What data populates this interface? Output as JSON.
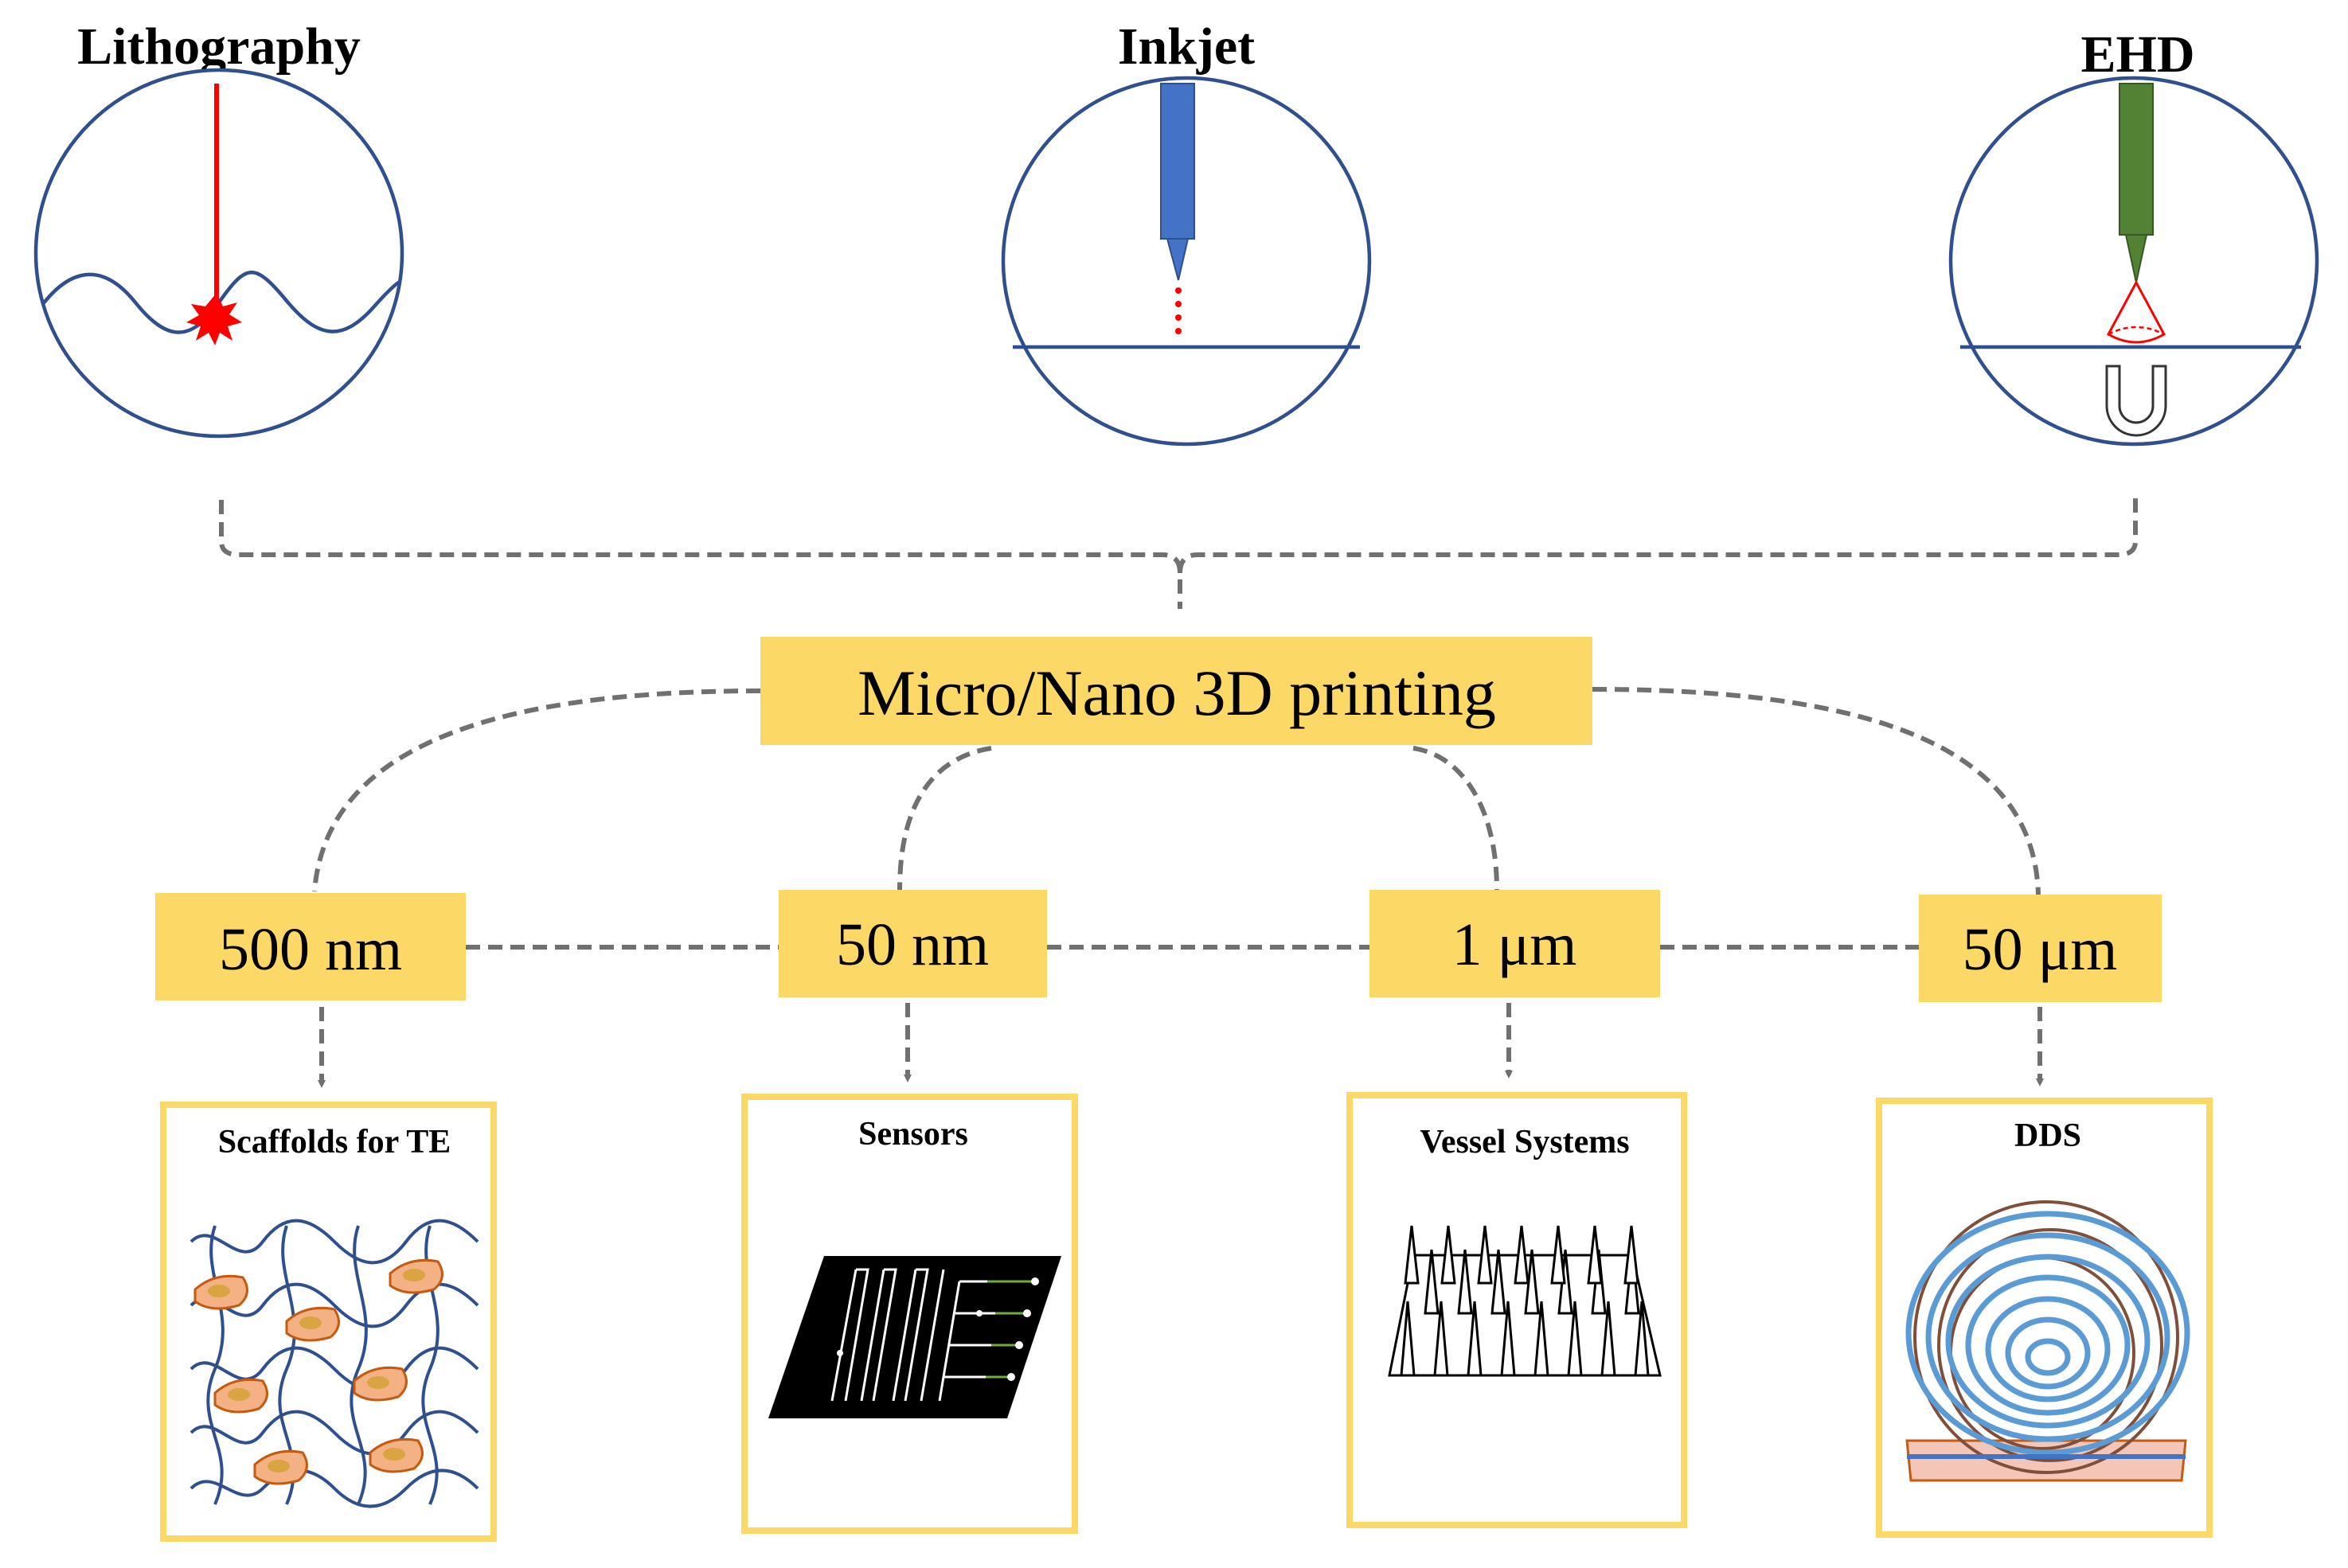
{
  "techniques": [
    {
      "id": "lithography",
      "label": "Lithography"
    },
    {
      "id": "inkjet",
      "label": "Inkjet"
    },
    {
      "id": "ehd",
      "label": "EHD"
    }
  ],
  "center_label": "Micro/Nano 3D printing",
  "scales": [
    {
      "id": "s1",
      "label": "500 nm"
    },
    {
      "id": "s2",
      "label": "50 nm"
    },
    {
      "id": "s3",
      "label": "1 μm"
    },
    {
      "id": "s4",
      "label": "50 μm"
    }
  ],
  "applications": [
    {
      "id": "a1",
      "label": "Scaffolds for TE"
    },
    {
      "id": "a2",
      "label": "Sensors"
    },
    {
      "id": "a3",
      "label": "Vessel Systems"
    },
    {
      "id": "a4",
      "label": "DDS"
    }
  ],
  "colors": {
    "box_fill": "#FCD966",
    "circle_stroke": "#2F4F8F",
    "laser": "#FF0000",
    "inkjet_nozzle": "#4472C4",
    "ehd_nozzle": "#548235",
    "connector": "#707070"
  }
}
